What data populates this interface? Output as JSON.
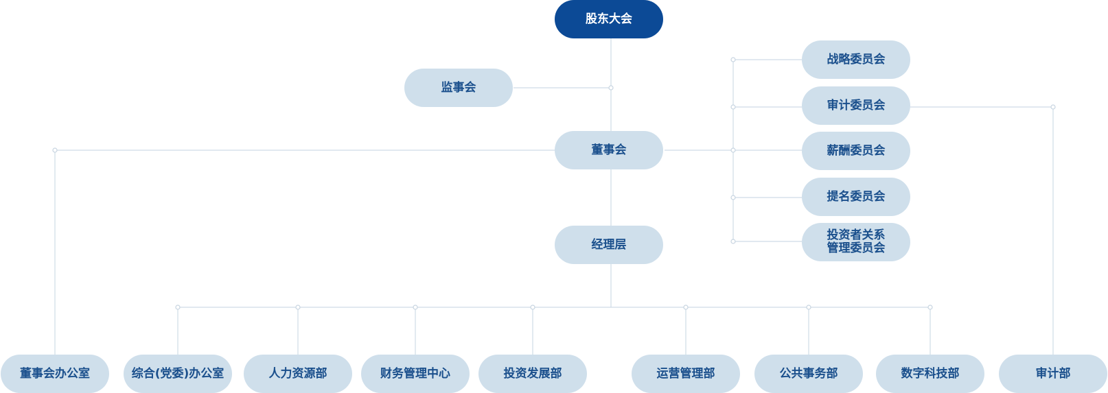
{
  "colors": {
    "primary_fill": "#0c4a96",
    "node_fill": "#cfdfeb",
    "node_text": "#1a4f8c",
    "connector": "#cfdbe6"
  },
  "nodes": {
    "shareholders": "股东大会",
    "supervisory_board": "监事会",
    "board": "董事会",
    "management": "经理层",
    "committees": {
      "strategy": "战略委员会",
      "audit": "审计委员会",
      "compensation": "薪酬委员会",
      "nomination": "提名委员会",
      "investor_relations": "投资者关系\n管理委员会"
    },
    "departments": {
      "board_office": "董事会办公室",
      "general_office": "综合(党委)办公室",
      "hr": "人力资源部",
      "finance": "财务管理中心",
      "investment": "投资发展部",
      "operations": "运营管理部",
      "public_affairs": "公共事务部",
      "digital_tech": "数字科技部",
      "audit_dept": "审计部"
    }
  }
}
